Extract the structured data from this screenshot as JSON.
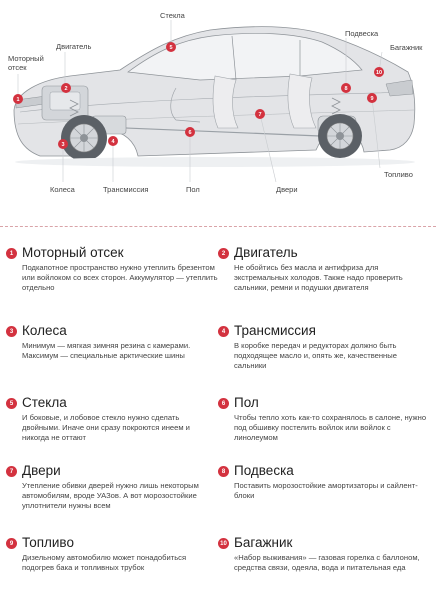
{
  "labels": {
    "engine_bay": "Моторный\nотсек",
    "engine": "Двигатель",
    "glass": "Стекла",
    "suspension": "Подвеска",
    "trunk": "Багажник",
    "wheels": "Колеса",
    "transmission": "Трансмиссия",
    "floor": "Пол",
    "doors": "Двери",
    "fuel": "Топливо"
  },
  "items": [
    {
      "num": "1",
      "title": "Моторный отсек",
      "text": "Подкапотное пространство нужно утеплить брезентом или войлоком со всех сторон. Аккумулятор — утеплить отдельно"
    },
    {
      "num": "2",
      "title": "Двигатель",
      "text": "Не обойтись без масла и антифриза для экстремальных холодов. Также надо проверить сальники, ремни и подушки двигателя"
    },
    {
      "num": "3",
      "title": "Колеса",
      "text": "Минимум — мягкая зимняя резина с камерами. Максимум — специальные арктические шины"
    },
    {
      "num": "4",
      "title": "Трансмиссия",
      "text": "В коробке передач и редукторах должно быть подходящее масло и, опять же, качественные сальники"
    },
    {
      "num": "5",
      "title": "Стекла",
      "text": "И боковые, и лобовое стекло нужно сделать двойными. Иначе они сразу покроются инеем и никогда не оттают"
    },
    {
      "num": "6",
      "title": "Пол",
      "text": "Чтобы тепло хоть как-то сохранялось в салоне, нужно под обшивку постелить войлок или войлок с линолеумом"
    },
    {
      "num": "7",
      "title": "Двери",
      "text": "Утепление обивки дверей нужно лишь некоторым автомобилям, вроде УАЗов. А вот морозостойкие уплотнители нужны всем"
    },
    {
      "num": "8",
      "title": "Подвеска",
      "text": "Поставить морозостойкие амортизаторы и сайлент-блоки"
    },
    {
      "num": "9",
      "title": "Топливо",
      "text": "Дизельному автомобилю может понадобиться подогрев бака и топливных трубок"
    },
    {
      "num": "10",
      "title": "Багажник",
      "text": "«Набор выживания» — газовая горелка с баллоном, средства связи, одеяла, вода и питательная еда"
    }
  ],
  "colors": {
    "accent": "#d3323f",
    "car_body": "#dfe0e3",
    "lines": "#9aa0a6"
  }
}
